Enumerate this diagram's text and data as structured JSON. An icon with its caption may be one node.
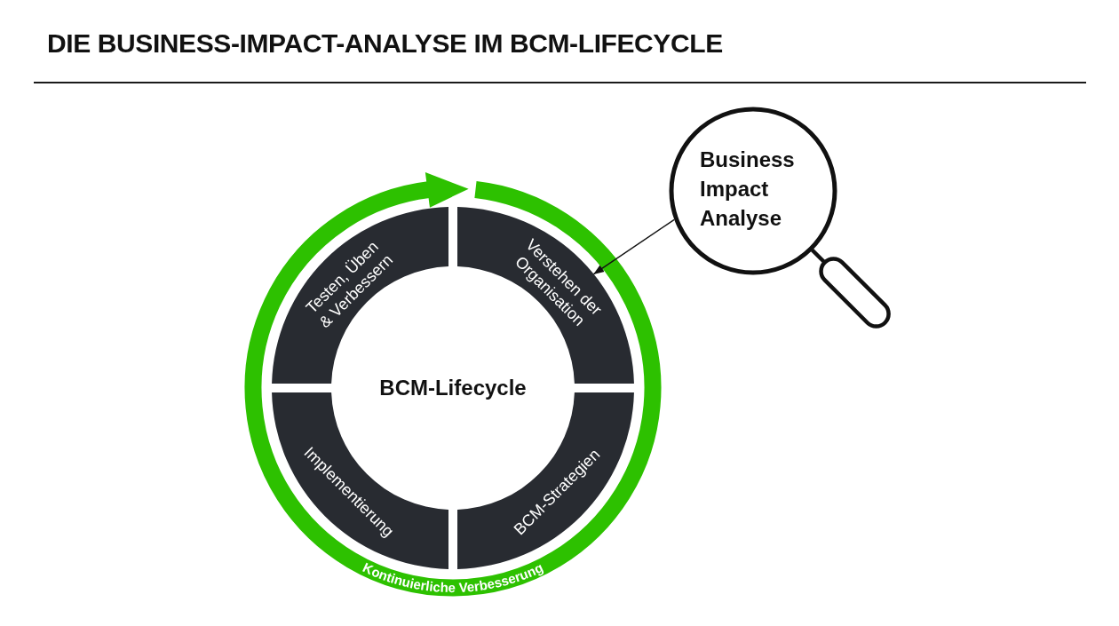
{
  "diagram": {
    "title": "DIE BUSINESS-IMPACT-ANALYSE IM BCM-LIFECYCLE",
    "nodes": [
      {
        "text": [
          "Kontinuierliche Verbesserung"
        ]
      },
      {
        "text": [
          "Testen, Üben & Verbessern"
        ],
        "in": 0
      },
      {
        "text": [
          "Verstehen der Organisation"
        ],
        "in": 0
      },
      {
        "text": [
          "Implementierung"
        ],
        "in": 0
      },
      {
        "text": [
          "BCM-Strategien"
        ],
        "in": 0
      },
      {
        "text": [
          "Business Impact Analyse"
        ]
      }
    ],
    "edges": [
      {
        "from": 5,
        "to": 2,
        "arrow": "to"
      }
    ],
    "labels": [
      "BCM-Lifecycle"
    ]
  }
}
